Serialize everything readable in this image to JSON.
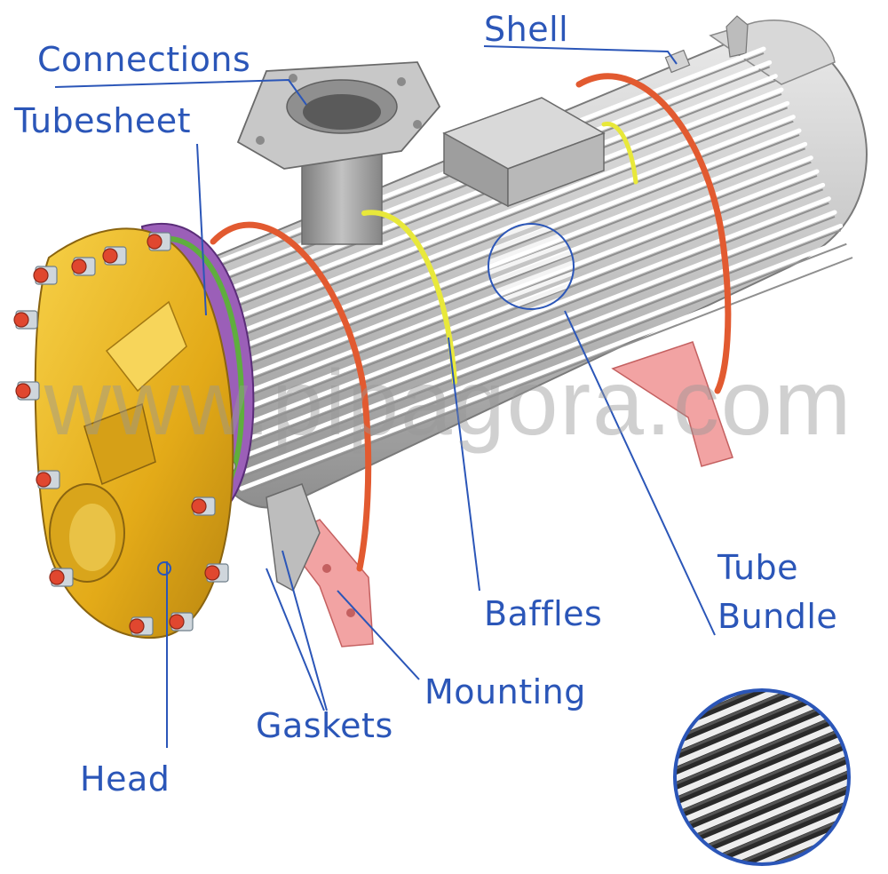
{
  "labels": {
    "shell": "Shell",
    "connections": "Connections",
    "tubesheet": "Tubesheet",
    "tube_bundle_line1": "Tube",
    "tube_bundle_line2": "Bundle",
    "baffles": "Baffles",
    "mounting": "Mounting",
    "gaskets": "Gaskets",
    "head": "Head"
  },
  "watermark": "www.pipagora.com",
  "colors": {
    "label_text": "#2b56b8",
    "leader_line": "#2b56b8",
    "shell_metal": "#c9c9c9",
    "head_yellow": "#e8b21c",
    "tubesheet_purple": "#9b5fb8",
    "baffle_orange": "#e25a30",
    "baffle_yellow": "#e2e23a",
    "mounting_pink": "#f0a0a0",
    "bolt_red": "#e0472f"
  }
}
